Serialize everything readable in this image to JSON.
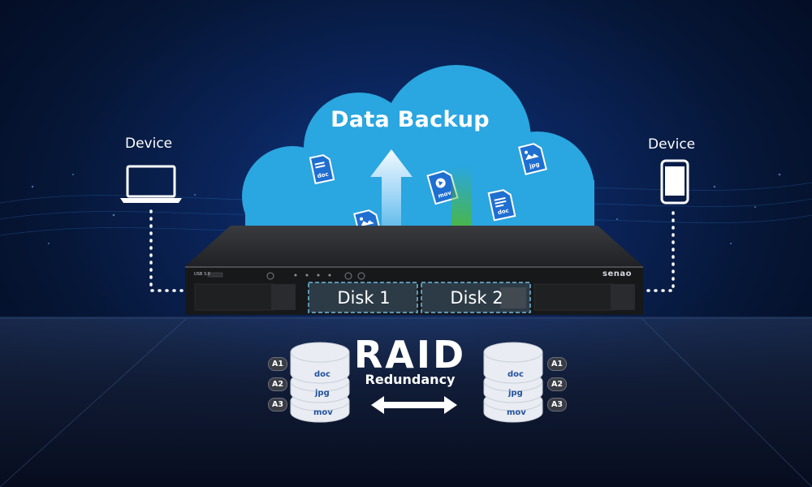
{
  "cloud": {
    "title": "Data Backup"
  },
  "devices": {
    "left_label": "Device",
    "right_label": "Device"
  },
  "nas": {
    "brand": "senao",
    "usb_label": "USB 3.0",
    "disk1_label": "Disk 1",
    "disk2_label": "Disk 2"
  },
  "files": [
    "doc",
    "jpg",
    "mov",
    "doc",
    "jpg"
  ],
  "raid": {
    "title": "RAID",
    "subtitle": "Redundancy"
  },
  "left_stack": {
    "tags": [
      "A1",
      "A2",
      "A3"
    ],
    "types": [
      "doc",
      "jpg",
      "mov"
    ]
  },
  "right_stack": {
    "tags": [
      "A1",
      "A2",
      "A3"
    ],
    "types": [
      "doc",
      "jpg",
      "mov"
    ]
  },
  "colors": {
    "cloud": "#2aa6e0",
    "up_arrow": "#cfe9ff",
    "down_arrow": "#4bb83a",
    "disk_bay_border": "#6fb9e0",
    "cylinder": "#e9ecf2",
    "cylinder_text": "#24529c"
  }
}
